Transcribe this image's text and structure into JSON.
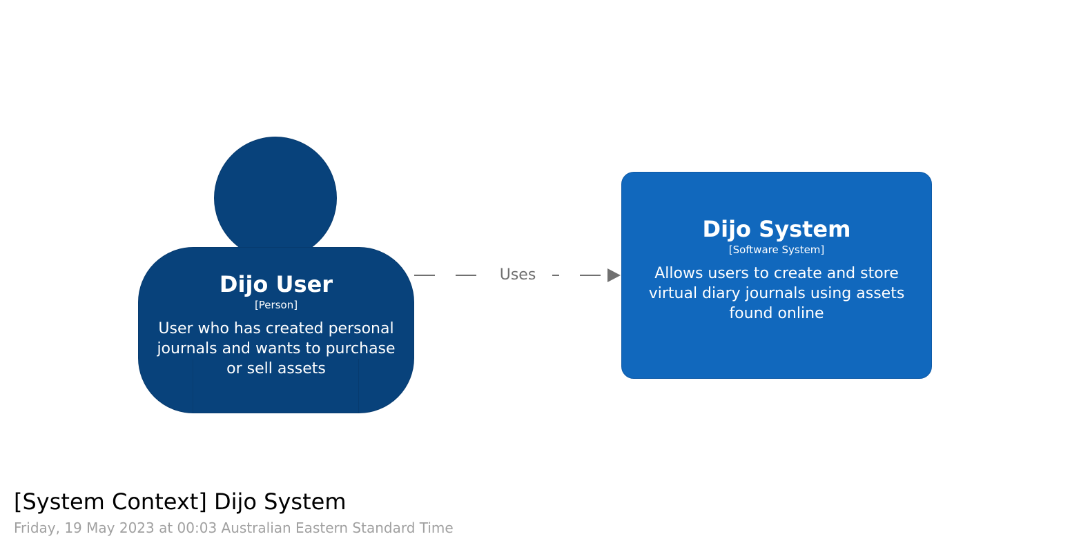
{
  "diagram": {
    "title": "[System Context] Dijo System",
    "subtitle": "Friday, 19 May 2023 at 00:03 Australian Eastern Standard Time",
    "colors": {
      "person": "#08427b",
      "software_system": "#1168bd",
      "relationship": "#707070",
      "subtitle": "#a0a0a0"
    },
    "elements": {
      "person": {
        "name": "Dijo User",
        "type": "[Person]",
        "description": "User who has created personal journals and wants to purchase or sell assets"
      },
      "system": {
        "name": "Dijo System",
        "type": "[Software System]",
        "description": "Allows users to create and store virtual diary journals using assets found online"
      }
    },
    "relationships": [
      {
        "from": "Dijo User",
        "to": "Dijo System",
        "label": "Uses"
      }
    ]
  }
}
